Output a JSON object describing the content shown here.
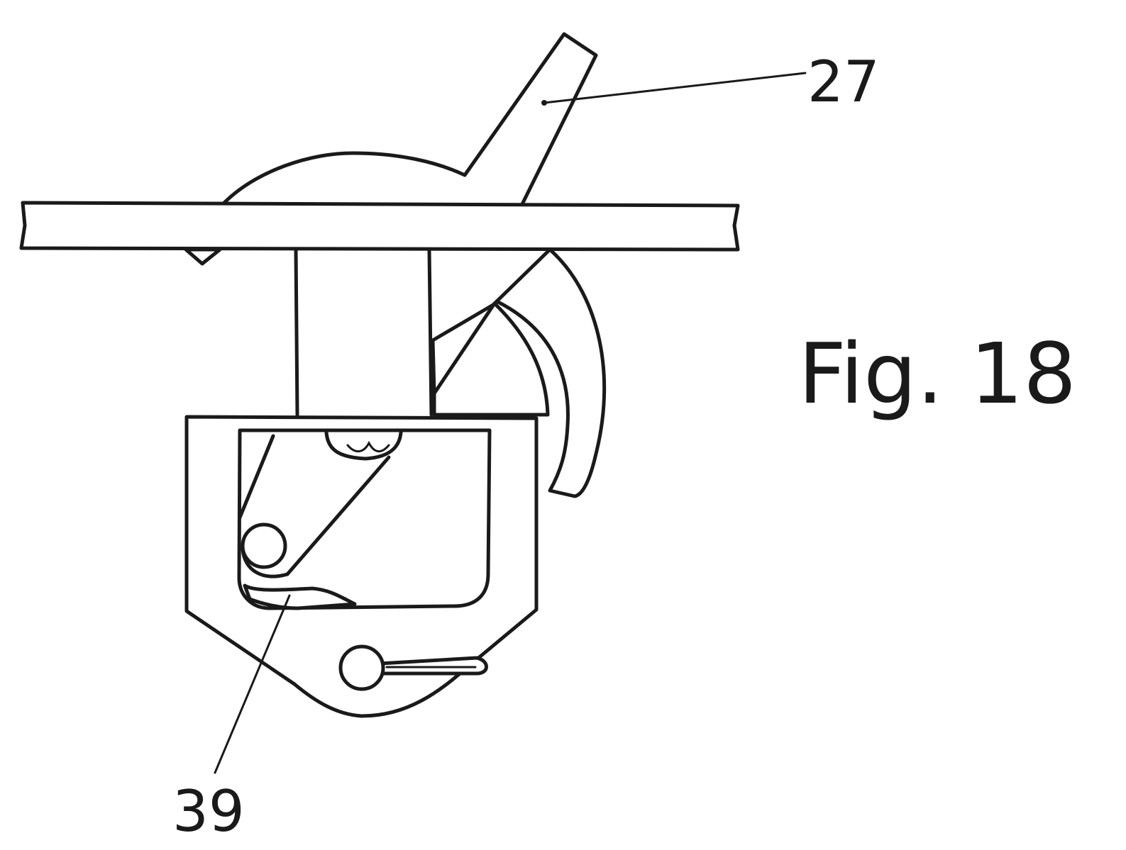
{
  "figure": {
    "caption": "Fig. 18"
  },
  "reference_numerals": [
    {
      "id": "lever",
      "label": "27"
    },
    {
      "id": "catch",
      "label": "39"
    }
  ]
}
